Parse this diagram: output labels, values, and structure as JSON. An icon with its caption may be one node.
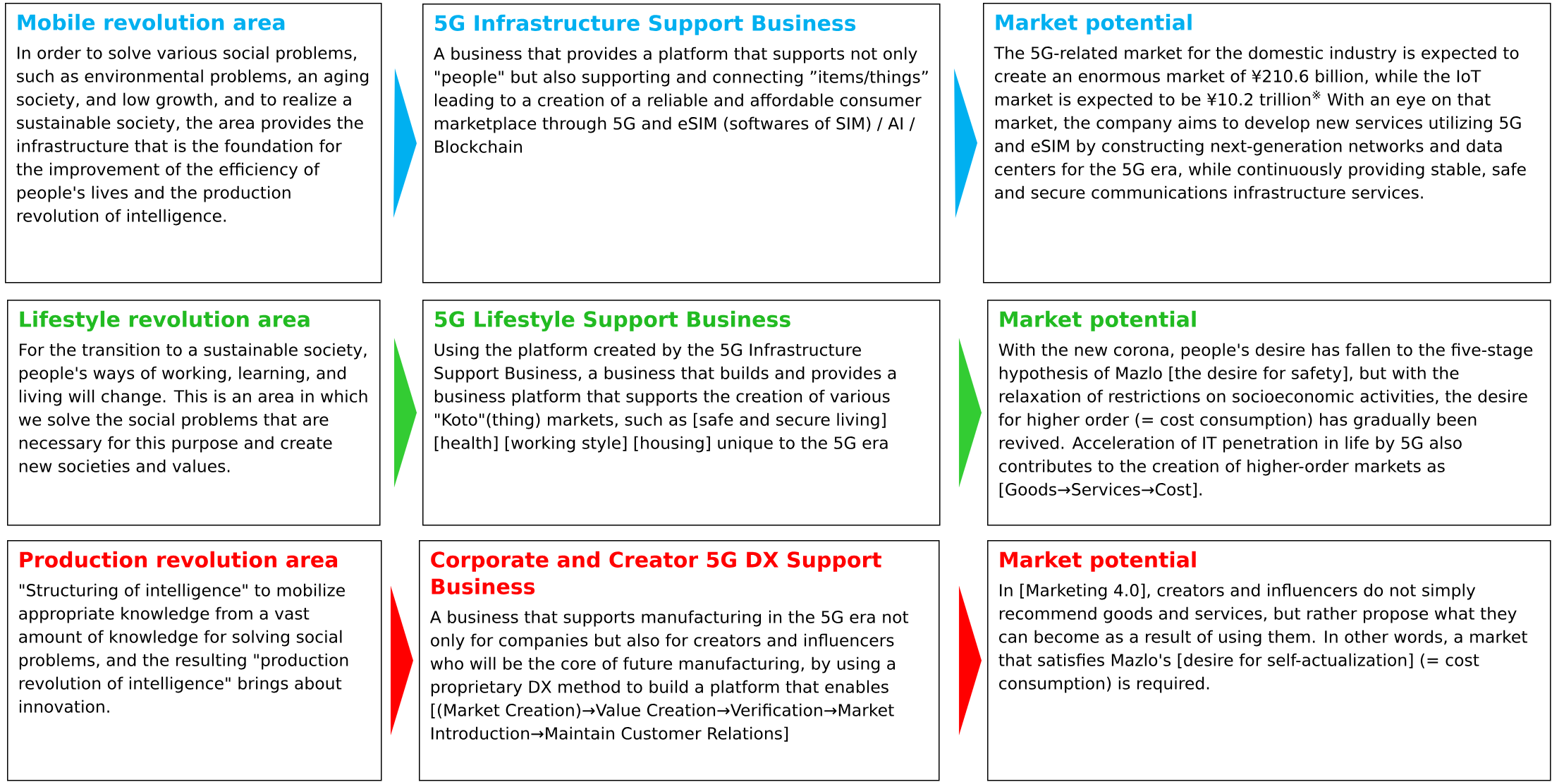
{
  "diagram": {
    "nodes": [
      {
        "text": [
          "Mobile revolution area",
          "In order to solve various social problems, such as environmental problems, an aging society, and low growth, and to realize a sustainable society, the area provides the infrastructure that is the foundation for the improvement of the efficiency of people's lives and the production revolution of intelligence."
        ]
      },
      {
        "text": [
          "5G Infrastructure Support Business",
          "A business that provides a platform that supports not only \"people\" but also supporting and connecting ”items/things” leading to a creation of a reliable and affordable consumer marketplace through 5G and eSIM (softwares of SIM) / AI / Blockchain"
        ]
      },
      {
        "text": [
          "Market potential",
          "The 5G-related market for the domestic industry is expected to create an enormous market of ¥210.6 billion, while the IoT market is expected to be ¥10.2 trillion$^{※}$ With an eye on that market, the company aims to develop new services utilizing 5G and eSIM by constructing next-generation networks and data centers for the 5G era, while continuously providing stable, safe and secure communications infrastructure services."
        ]
      },
      {
        "text": [
          "Lifestyle revolution area",
          "For the transition to a sustainable society, people's ways of working, learning, and living will change. This is an area in which we solve the social problems that are necessary for this purpose and create new societies and values."
        ]
      },
      {
        "text": [
          "5G Lifestyle Support Business",
          "Using the platform created by the 5G Infrastructure Support Business, a business that builds and provides a business platform that supports the creation of various \"Koto\"(thing) markets, such as [safe and secure living] [health] [working style] [housing] unique to the 5G era"
        ]
      },
      {
        "text": [
          "Market potential",
          "With the new corona, people's desire has fallen to the five-stage hypothesis of Mazlo [the desire for safety], but with the relaxation of restrictions on socioeconomic activities, the desire for higher order (= cost consumption) has gradually been revived. Acceleration of IT penetration in life by 5G also contributes to the creation of higher-order markets as [Goods→Services→Cost]."
        ]
      },
      {
        "text": [
          "Production revolution area",
          "\"Structuring of intelligence\" to mobilize appropriate knowledge from a vast amount of knowledge for solving social problems, and the resulting \"production revolution of intelligence\" brings about innovation."
        ]
      },
      {
        "text": [
          "Corporate and Creator 5G DX Support Business",
          "A business that supports manufacturing in the 5G era not only for companies but also for creators and influencers who will be the core of future manufacturing, by using a proprietary DX method to build a platform that enables [(Market Creation)→Value Creation→Verification→Market Introduction→Maintain Customer Relations]"
        ]
      },
      {
        "text": [
          "Market potential",
          "In [Marketing 4.0], creators and influencers do not simply recommend goods and services, but rather propose what they can become as a result of using them. In other words, a market that satisfies Mazlo's [desire for self-actualization] (= cost consumption) is required."
        ]
      }
    ],
    "edges": [
      {
        "from": 0,
        "to": 1,
        "arrow": "to",
        "color": "#00b0f0"
      },
      {
        "from": 1,
        "to": 2,
        "arrow": "to",
        "color": "#00b0f0"
      },
      {
        "from": 3,
        "to": 4,
        "arrow": "to",
        "color": "#33cc33"
      },
      {
        "from": 4,
        "to": 5,
        "arrow": "to",
        "color": "#33cc33"
      },
      {
        "from": 6,
        "to": 7,
        "arrow": "to",
        "color": "#ff0000"
      },
      {
        "from": 7,
        "to": 8,
        "arrow": "to",
        "color": "#ff0000"
      }
    ]
  }
}
